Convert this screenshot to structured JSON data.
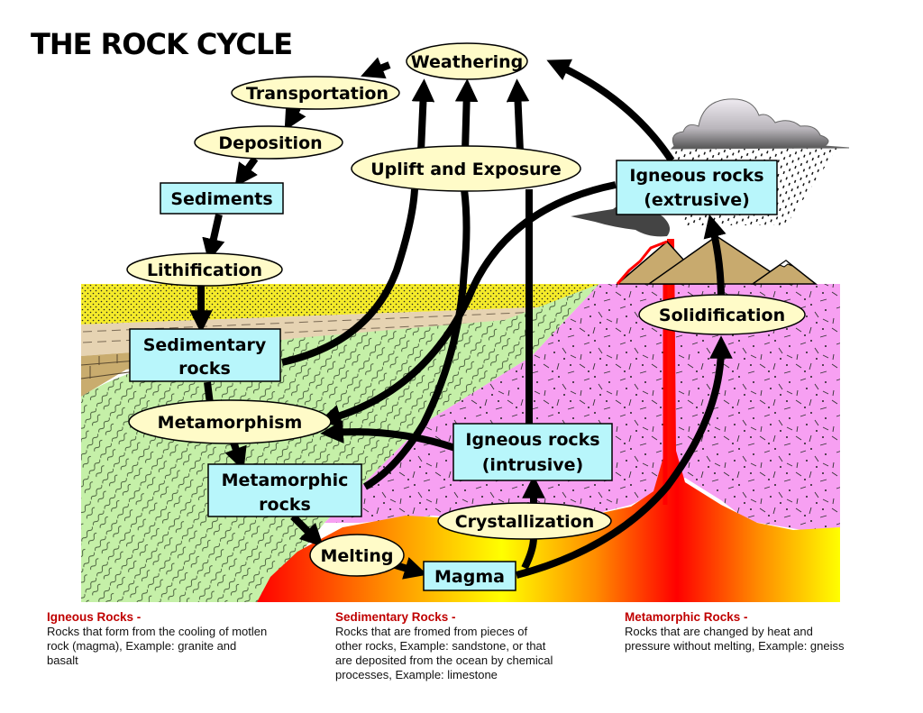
{
  "title": "THE ROCK CYCLE",
  "colors": {
    "process_fill": "#fffbc8",
    "rock_fill": "#b8f6fb",
    "sandstone": "#f5eb2a",
    "limestone": "#e6d3b2",
    "brick": "#c9ac6e",
    "metamorphic_green": "#c5f0a8",
    "igneous_pink": "#f7a0f2",
    "magma_red": "#ff0000",
    "magma_orange": "#ff8c00",
    "magma_yellow": "#ffff00",
    "mountain": "#c8aa6e",
    "legend_heading": "#c00000"
  },
  "processes": [
    {
      "id": "weathering",
      "label": "Weathering"
    },
    {
      "id": "transportation",
      "label": "Transportation"
    },
    {
      "id": "deposition",
      "label": "Deposition"
    },
    {
      "id": "uplift",
      "label": "Uplift and Exposure"
    },
    {
      "id": "lithification",
      "label": "Lithification"
    },
    {
      "id": "solidification",
      "label": "Solidification"
    },
    {
      "id": "metamorphism",
      "label": "Metamorphism"
    },
    {
      "id": "crystallization",
      "label": "Crystallization"
    },
    {
      "id": "melting",
      "label": "Melting"
    }
  ],
  "rocks": [
    {
      "id": "sediments",
      "lines": [
        "Sediments"
      ]
    },
    {
      "id": "igneous-extrusive",
      "lines": [
        "Igneous rocks",
        "(extrusive)"
      ]
    },
    {
      "id": "sedimentary",
      "lines": [
        "Sedimentary",
        "rocks"
      ]
    },
    {
      "id": "igneous-intrusive",
      "lines": [
        "Igneous rocks",
        "(intrusive)"
      ]
    },
    {
      "id": "metamorphic",
      "lines": [
        "Metamorphic",
        "rocks"
      ]
    },
    {
      "id": "magma",
      "lines": [
        "Magma"
      ]
    }
  ],
  "legend": [
    {
      "heading": "Igneous Rocks -",
      "text": "Rocks that form from the cooling of motlen\nrock (magma), Example: granite and\nbasalt"
    },
    {
      "heading": "Sedimentary Rocks -",
      "text": "Rocks that are fromed from pieces of\nother rocks, Example: sandstone, or that\nare deposited from the ocean by chemical\nprocesses, Example: limestone"
    },
    {
      "heading": "Metamorphic Rocks -",
      "text": "Rocks that are changed by heat and\npressure without melting, Example: gneiss"
    }
  ]
}
